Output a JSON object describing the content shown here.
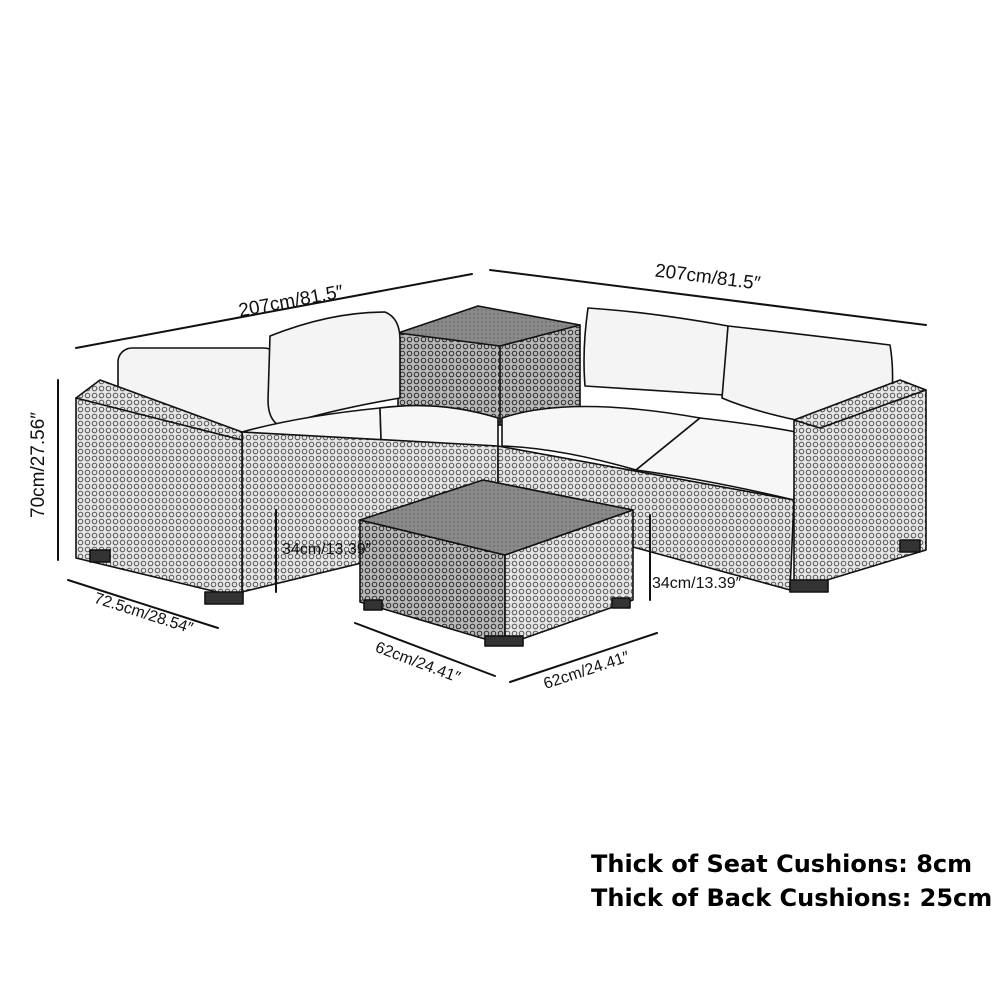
{
  "dimensions": {
    "left_sofa_length": "207cm/81.5″",
    "right_sofa_length": "207cm/81.5″",
    "total_height": "70cm/27.56″",
    "depth": "72.5cm/28.54″",
    "seat_height_left": "34cm/13.39″",
    "seat_height_right": "34cm/13.39″",
    "table_width": "62cm/24.41″",
    "table_depth": "62cm/24.41″"
  },
  "specs": {
    "seat_cushions": "Thick of Seat Cushions: 8cm",
    "back_cushions": "Thick of Back Cushions: 25cm"
  }
}
